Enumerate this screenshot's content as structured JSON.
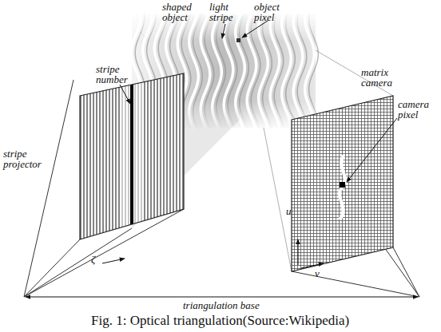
{
  "diagram": {
    "caption": "Fig. 1: Optical triangulation(Source:Wikipedia)",
    "labels": [
      "shaped object",
      "light stripe",
      "object pixel",
      "stripe number",
      "stripe projector",
      "ζ",
      "matrix camera",
      "camera pixel",
      "u",
      "v",
      "triangulation base"
    ]
  }
}
